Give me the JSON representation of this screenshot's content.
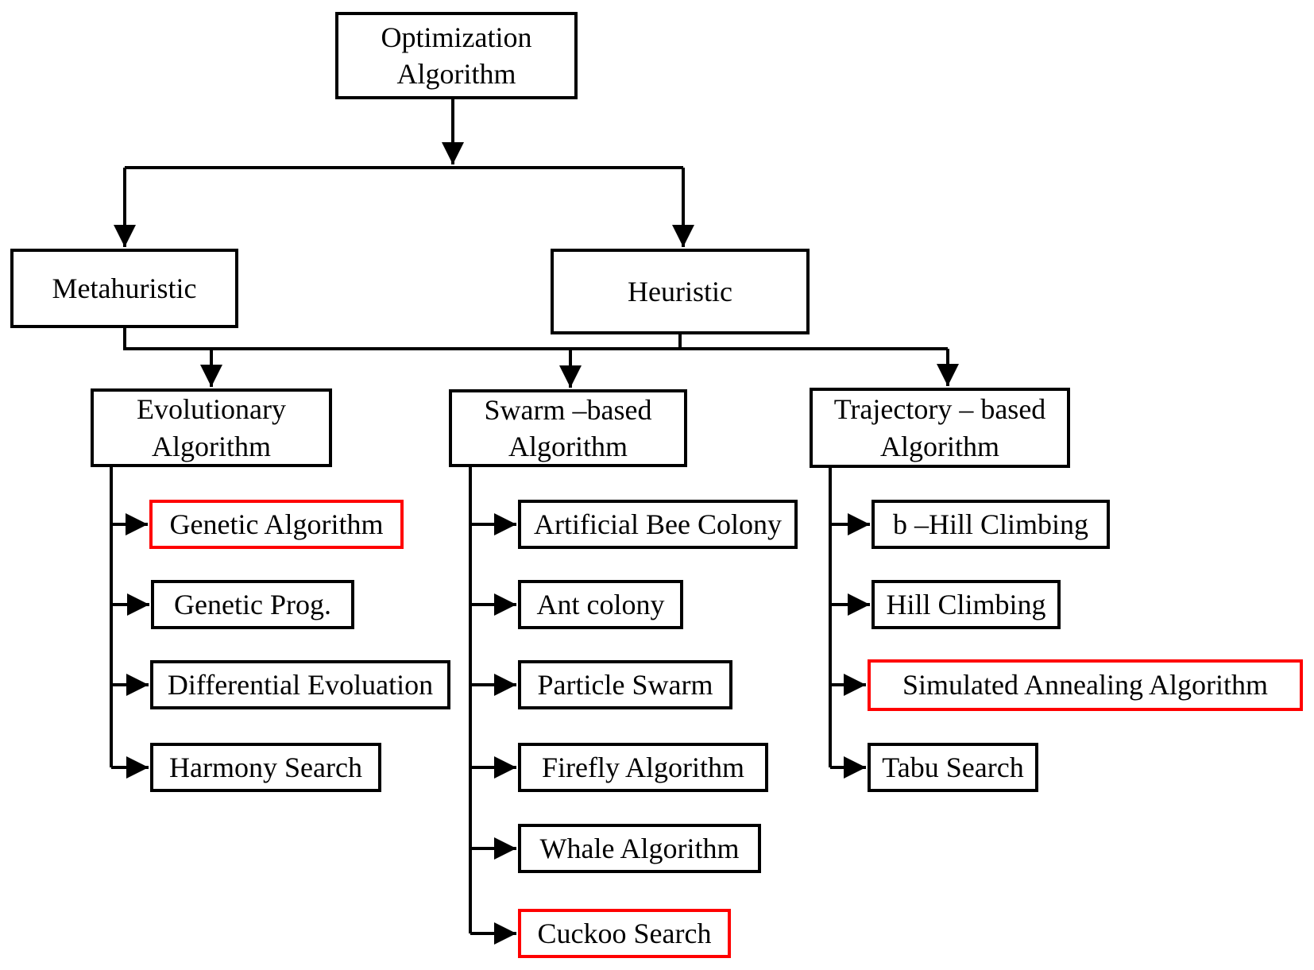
{
  "diagram": {
    "title": "Optimization algorithm taxonomy flowchart",
    "colors": {
      "box_border": "#000000",
      "highlight_border": "#ff0000",
      "line": "#000000",
      "text": "#000000",
      "background": "#ffffff"
    },
    "nodes": {
      "root": {
        "label": "Optimization\nAlgorithm"
      },
      "metaheuristic": {
        "label": "Metahuristic"
      },
      "heuristic": {
        "label": "Heuristic"
      },
      "evolutionary": {
        "label": "Evolutionary\nAlgorithm"
      },
      "swarm": {
        "label": "Swarm –based\nAlgorithm"
      },
      "trajectory": {
        "label": "Trajectory – based\nAlgorithm"
      },
      "evolutionary_children": [
        {
          "label": "Genetic Algorithm",
          "highlighted": true
        },
        {
          "label": "Genetic Prog.",
          "highlighted": false
        },
        {
          "label": "Differential Evoluation",
          "highlighted": false
        },
        {
          "label": "Harmony Search",
          "highlighted": false
        }
      ],
      "swarm_children": [
        {
          "label": "Artificial Bee Colony",
          "highlighted": false
        },
        {
          "label": "Ant colony",
          "highlighted": false
        },
        {
          "label": "Particle Swarm",
          "highlighted": false
        },
        {
          "label": "Firefly Algorithm",
          "highlighted": false
        },
        {
          "label": "Whale Algorithm",
          "highlighted": false
        },
        {
          "label": "Cuckoo Search",
          "highlighted": true
        }
      ],
      "trajectory_children": [
        {
          "label": "b –Hill Climbing",
          "highlighted": false
        },
        {
          "label": "Hill Climbing",
          "highlighted": false
        },
        {
          "label": "Simulated Annealing Algorithm",
          "highlighted": true
        },
        {
          "label": "Tabu Search",
          "highlighted": false
        }
      ]
    }
  }
}
